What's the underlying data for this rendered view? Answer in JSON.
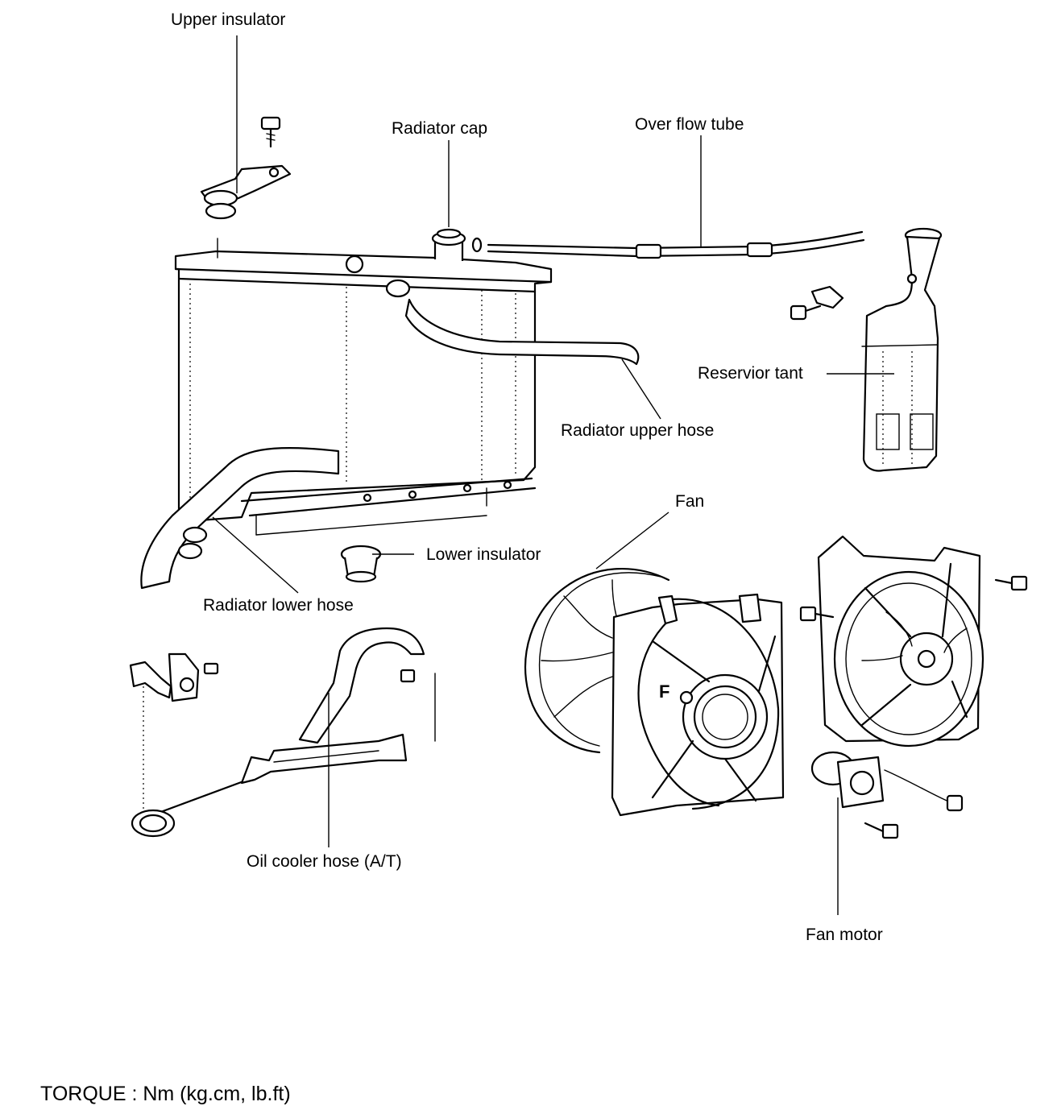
{
  "labels": {
    "upper_insulator": "Upper insulator",
    "radiator_cap": "Radiator cap",
    "over_flow_tube": "Over flow tube",
    "reservior_tant": "Reservior tant",
    "radiator_upper_hose": "Radiator upper hose",
    "fan": "Fan",
    "lower_insulator": "Lower insulator",
    "radiator_lower_hose": "Radiator lower hose",
    "oil_cooler_hose": "Oil cooler hose (A/T)",
    "fan_motor": "Fan motor"
  },
  "shroud_mark": "F",
  "footer": {
    "torque_note": "TORQUE : Nm (kg.cm, lb.ft)"
  }
}
